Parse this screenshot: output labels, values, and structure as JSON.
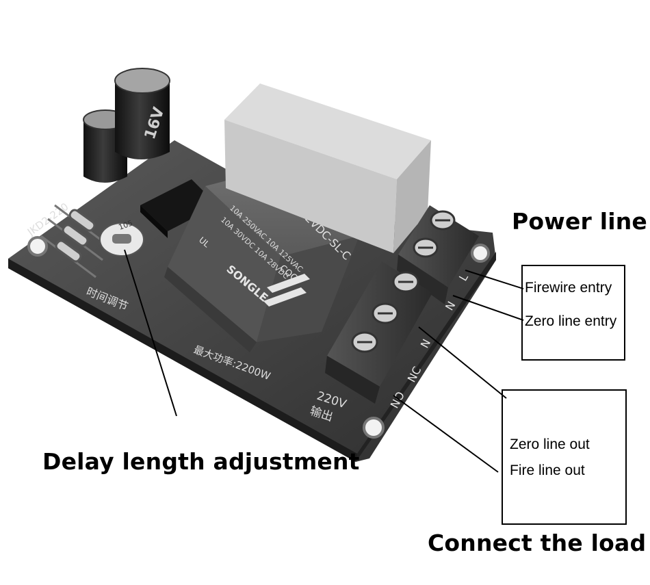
{
  "labels": {
    "power_line": "Power line",
    "firewire_entry": "Firewire entry",
    "zero_line_entry": "Zero line entry",
    "zero_line_out": "Zero line out",
    "fire_line_out": "Fire line out",
    "connect_load": "Connect the load",
    "delay_adjust": "Delay length adjustment"
  },
  "board": {
    "model": "JKD2-220",
    "power_rating": "最大功率:2200W",
    "output": "220V",
    "output_cn": "输出",
    "time_adjust_cn": "时间调节",
    "terminals_input": [
      "L",
      "N"
    ],
    "terminals_output": [
      "N",
      "NC",
      "NO"
    ]
  },
  "relay": {
    "brand": "SONGLE",
    "model": "SRD-12VDC-SL-C",
    "rating_1": "10A 250VAC  10A 125VAC",
    "rating_2": "10A 30VDC  10A 28VDC",
    "cert_cqc": "CQC",
    "cert_ul": "UL"
  },
  "capacitor": {
    "text": "16V"
  },
  "potentiometer": {
    "text": "105"
  }
}
